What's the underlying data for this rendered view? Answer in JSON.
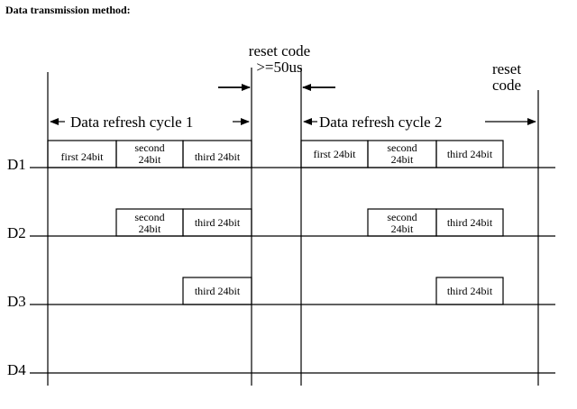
{
  "title": "Data transmission method:",
  "reset_code_top": {
    "line1": "reset code",
    "line2": ">=50us"
  },
  "reset_code_right": {
    "line1": "reset",
    "line2": "code"
  },
  "cycles": [
    {
      "label": "Data refresh cycle 1"
    },
    {
      "label": "Data refresh cycle 2"
    }
  ],
  "channels": [
    "D1",
    "D2",
    "D3",
    "D4"
  ],
  "blocks": {
    "first": "first 24bit",
    "second_line1": "second",
    "second_line2": "24bit",
    "third": "third 24bit"
  }
}
